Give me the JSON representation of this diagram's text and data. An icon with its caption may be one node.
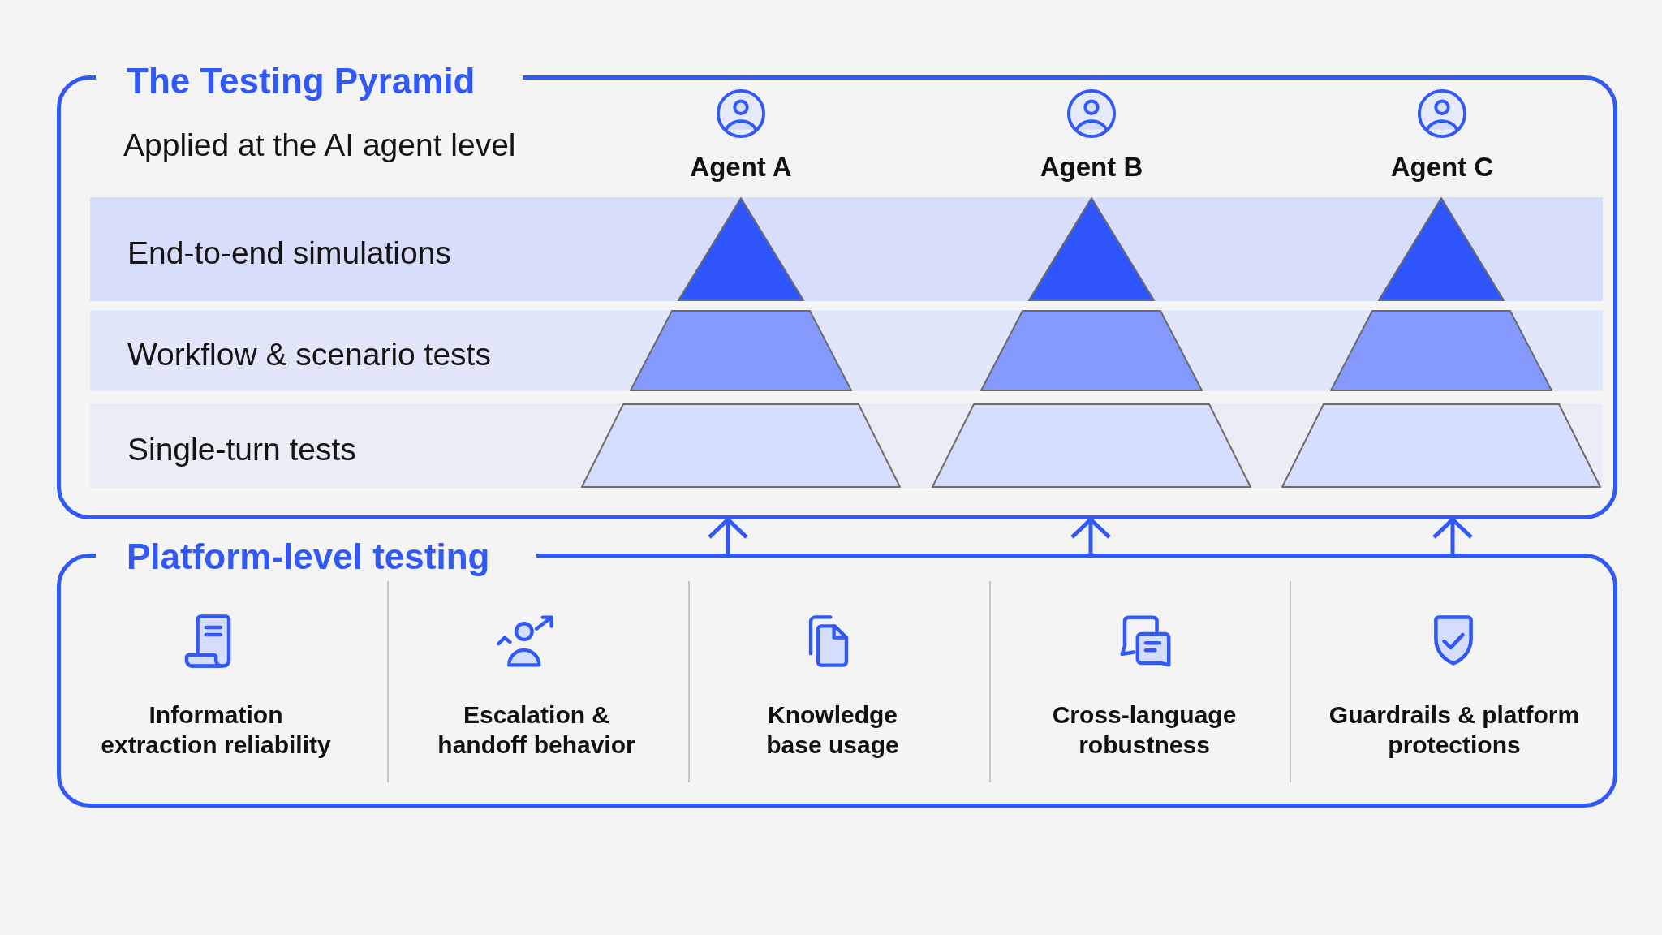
{
  "diagram": {
    "nodes": [
      {
        "text": [
          "The Testing Pyramid",
          "Applied at the AI agent level"
        ]
      },
      {
        "text": [
          "End-to-end simulations"
        ],
        "in": 0
      },
      {
        "text": [],
        "shape": "triangle",
        "in": 1
      },
      {
        "text": [],
        "shape": "triangle",
        "in": 1
      },
      {
        "text": [],
        "shape": "triangle",
        "in": 1
      },
      {
        "text": [
          "Workflow & scenario tests"
        ],
        "in": 0
      },
      {
        "text": [],
        "shape": "trapezoid",
        "in": 5
      },
      {
        "text": [],
        "shape": "trapezoid",
        "in": 5
      },
      {
        "text": [],
        "shape": "trapezoid",
        "in": 5
      },
      {
        "text": [
          "Single-turn tests"
        ],
        "in": 0
      },
      {
        "text": [],
        "shape": "trapezoid",
        "in": 9
      },
      {
        "text": [],
        "shape": "trapezoid",
        "in": 9
      },
      {
        "text": [],
        "shape": "trapezoid",
        "in": 9
      },
      {
        "text": [
          "Platform-level testing"
        ]
      }
    ],
    "edges": [
      {
        "from": 13,
        "to": 0,
        "arrow": "to"
      },
      {
        "from": 13,
        "to": 0,
        "arrow": "to"
      },
      {
        "from": 13,
        "to": 0,
        "arrow": "to"
      }
    ],
    "labels": [
      "Agent A",
      "Agent B",
      "Agent C",
      "Information extraction reliability",
      "Escalation & handoff behavior",
      "Knowledge base usage",
      "Cross-language robustness",
      "Guardrails & platform protections"
    ]
  }
}
